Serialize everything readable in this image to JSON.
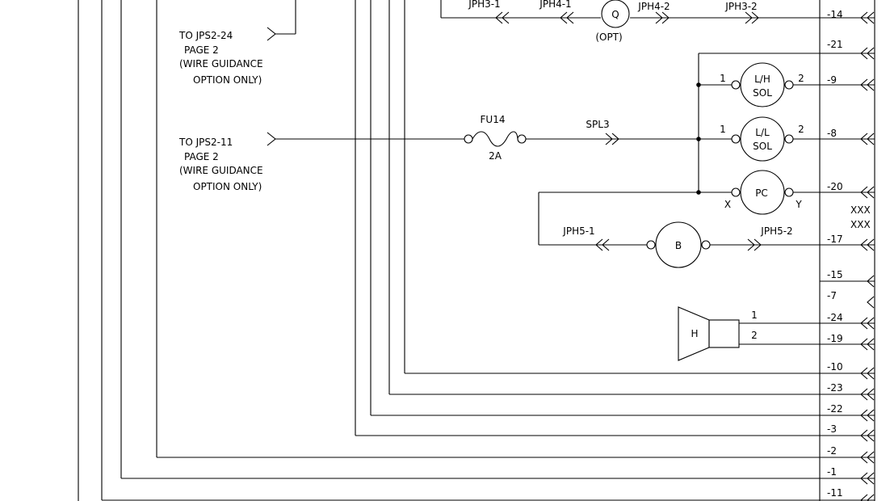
{
  "notes": [
    {
      "lines": [
        "TO JPS2-24",
        "PAGE 2",
        "(WIRE GUIDANCE",
        "OPTION ONLY)"
      ]
    },
    {
      "lines": [
        "TO JPS2-11",
        "PAGE 2",
        "(WIRE GUIDANCE",
        "OPTION ONLY)"
      ]
    }
  ],
  "connectors": {
    "jph3_1": "JPH3-1",
    "jph4_1": "JPH4-1",
    "jph4_2": "JPH4-2",
    "jph3_2": "JPH3-2",
    "spl3": "SPL3",
    "jph5_1": "JPH5-1",
    "jph5_2": "JPH5-2"
  },
  "components": {
    "q": {
      "label": "Q",
      "note": "(OPT)"
    },
    "fuse": {
      "label": "FU14",
      "rating": "2A"
    },
    "lh_sol": {
      "line1": "L/H",
      "line2": "SOL",
      "pin1": "1",
      "pin2": "2"
    },
    "ll_sol": {
      "line1": "L/L",
      "line2": "SOL",
      "pin1": "1",
      "pin2": "2"
    },
    "pc": {
      "label": "PC",
      "pin_x": "X",
      "pin_y": "Y"
    },
    "b": {
      "label": "B"
    },
    "horn": {
      "label": "H",
      "pin1": "1",
      "pin2": "2"
    }
  },
  "pins": [
    "-14",
    "-21",
    "-9",
    "-8",
    "-20",
    "-17",
    "-15",
    "-7",
    "-24",
    "-19",
    "-10",
    "-23",
    "-22",
    "-3",
    "-2",
    "-1",
    "-11"
  ],
  "pin_note": [
    "XXX",
    "XXX"
  ]
}
